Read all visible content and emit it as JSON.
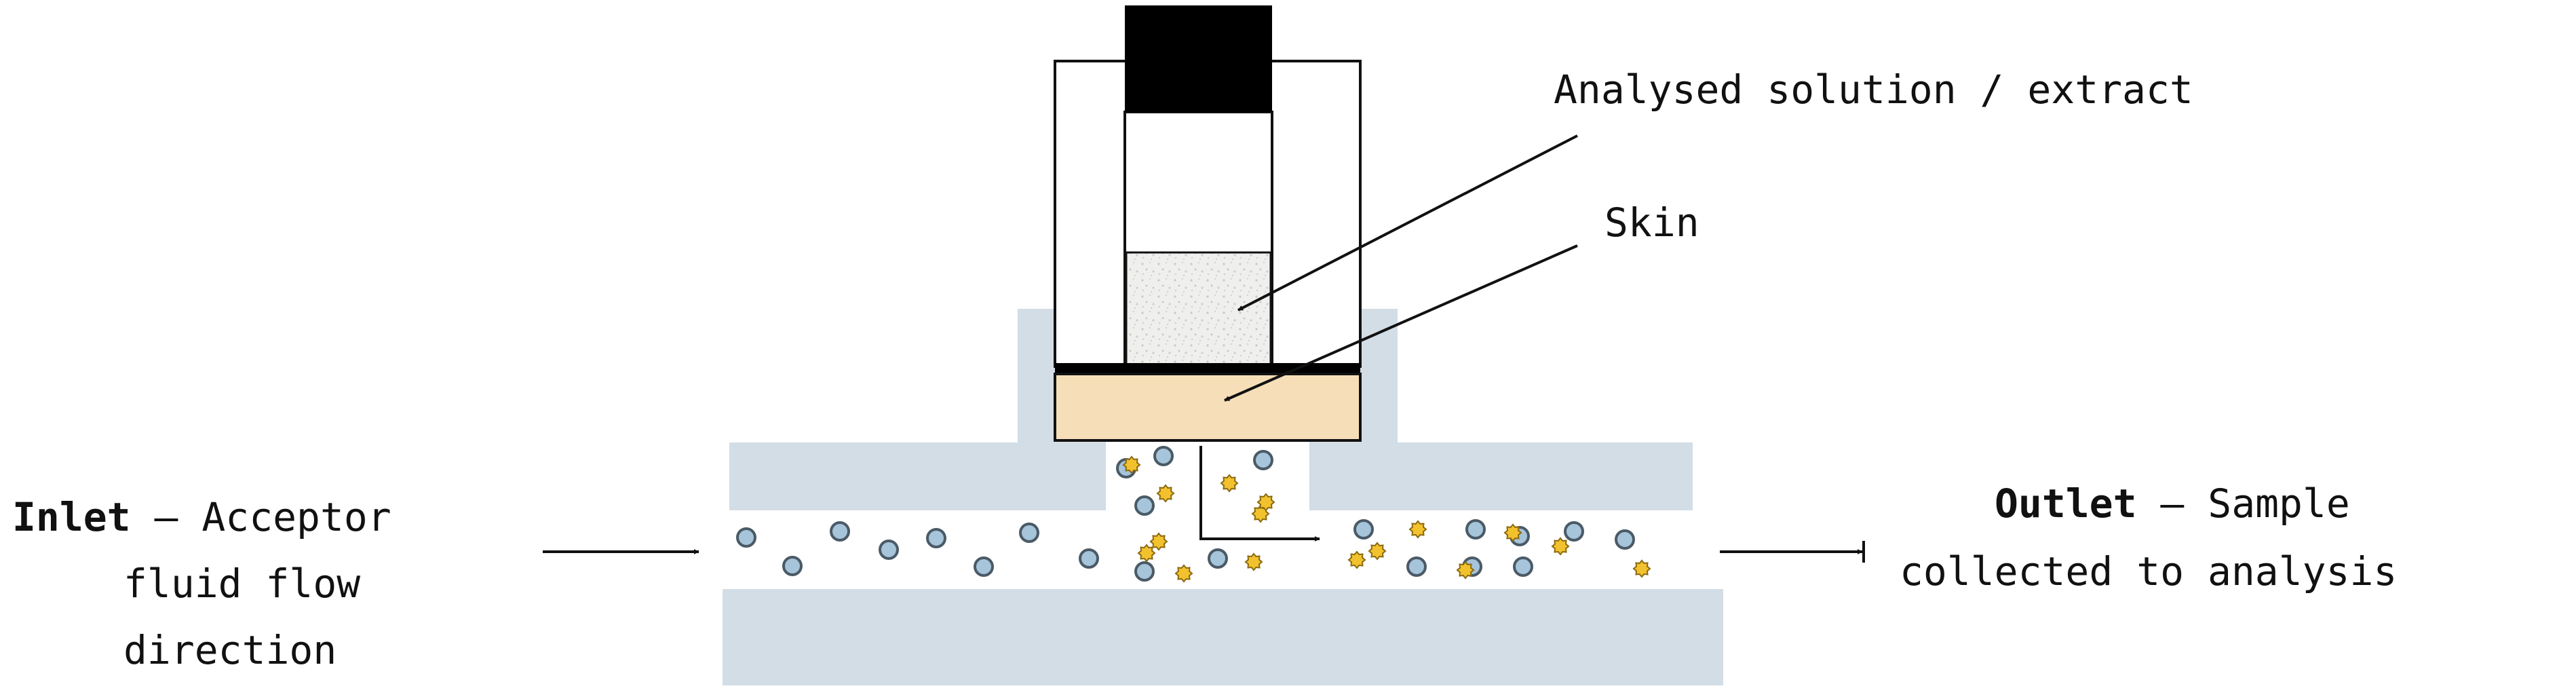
{
  "labels": {
    "analysed_solution": "Analysed solution / extract",
    "skin": "Skin",
    "inlet": {
      "bold": "Inlet",
      "line1_rest": " – Acceptor",
      "line2": "fluid flow",
      "line3": "direction"
    },
    "outlet": {
      "bold": "Outlet",
      "line1_rest": " – Sample",
      "line2": "collected to analysis"
    }
  },
  "colors": {
    "channel": "#d3dde6",
    "skin": "#f6dfb8",
    "plunger": "#000000",
    "frame": "#111111",
    "solution": "#eeeeec",
    "blue_particle": "#a6c4da",
    "yellow_particle": "#f2c12e",
    "particle_outline": "#4a5a66"
  },
  "particles": {
    "blue": 22,
    "yellow": 16
  }
}
